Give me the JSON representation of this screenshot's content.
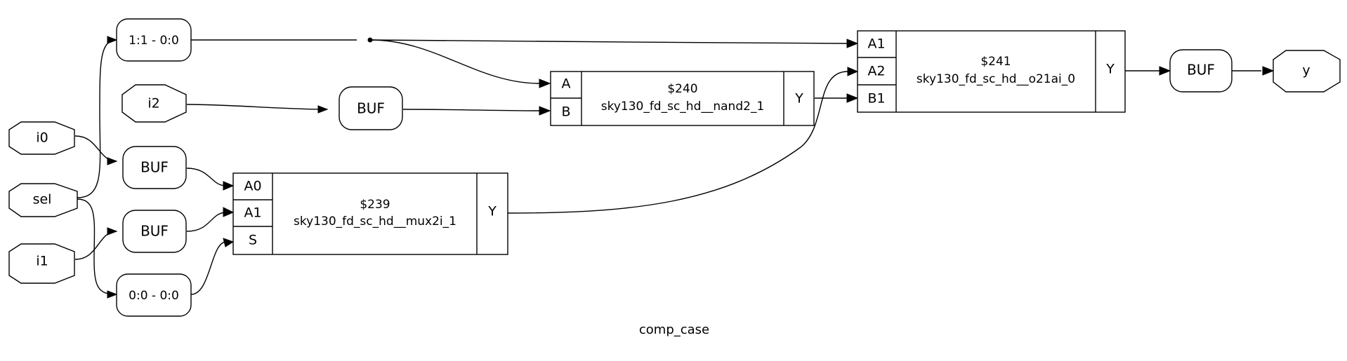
{
  "diagram": {
    "caption": "comp_case",
    "inputs": {
      "i0": "i0",
      "sel": "sel",
      "i1": "i1",
      "i2": "i2"
    },
    "output": "y",
    "slices": {
      "top": "1:1 - 0:0",
      "bottom": "0:0 - 0:0"
    },
    "buffers": {
      "label": "BUF"
    },
    "cells": {
      "mux": {
        "id": "$239",
        "type": "sky130_fd_sc_hd__mux2i_1",
        "inputs": [
          "A0",
          "A1",
          "S"
        ],
        "output": "Y"
      },
      "nand": {
        "id": "$240",
        "type": "sky130_fd_sc_hd__nand2_1",
        "inputs": [
          "A",
          "B"
        ],
        "output": "Y"
      },
      "o21ai": {
        "id": "$241",
        "type": "sky130_fd_sc_hd__o21ai_0",
        "inputs": [
          "A1",
          "A2",
          "B1"
        ],
        "output": "Y"
      }
    }
  }
}
